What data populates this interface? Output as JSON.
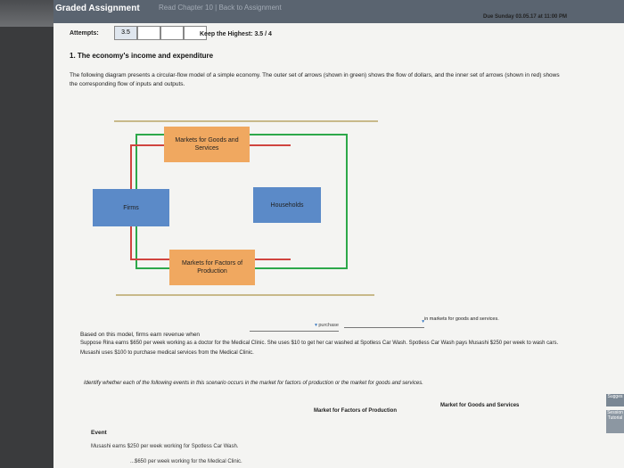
{
  "header": {
    "title": "Graded Assignment",
    "links": "Read Chapter 10 | Back to Assignment",
    "due": "Due Sunday 03.05.17 at 11:00 PM"
  },
  "attempts": {
    "label": "Attempts:",
    "value": "3.5"
  },
  "keep_highest": "Keep the Highest: 3.5 / 4",
  "question": {
    "title": "1. The economy's income and expenditure",
    "intro": "The following diagram presents a circular-flow model of a simple economy. The outer set of arrows (shown in green) shows the flow of dollars, and the inner set of arrows (shown in red) shows the corresponding flow of inputs and outputs."
  },
  "diagram": {
    "goods_market": "Markets for Goods and Services",
    "factors_market": "Markets for Factors of Production",
    "firms": "Firms",
    "households": "Households"
  },
  "fill_in": {
    "prefix": "Based on this model, firms earn revenue when",
    "dropdown1": "purchase",
    "suffix": "in markets for goods and services."
  },
  "scenario": "Suppose Rina earns $650 per week working as a doctor for the Medical Clinic. She uses $10 to get her car washed at Spotless Car Wash. Spotless Car Wash pays Musashi $250 per week to wash cars. Musashi uses $100 to purchase medical services from the Medical Clinic.",
  "identify": "Identify whether each of the following events in this scenario occurs in the market for factors of production or the market for goods and services.",
  "table": {
    "col_event": "Event",
    "col_factors": "Market for Factors of Production",
    "col_goods": "Market for Goods and Services",
    "rows": [
      "Musashi earns $250 per week working for Spotless Car Wash.",
      "...$650 per week working for the Medical Clinic."
    ]
  },
  "side": {
    "label1": "Sugges",
    "label2": "Session Tutorial"
  }
}
